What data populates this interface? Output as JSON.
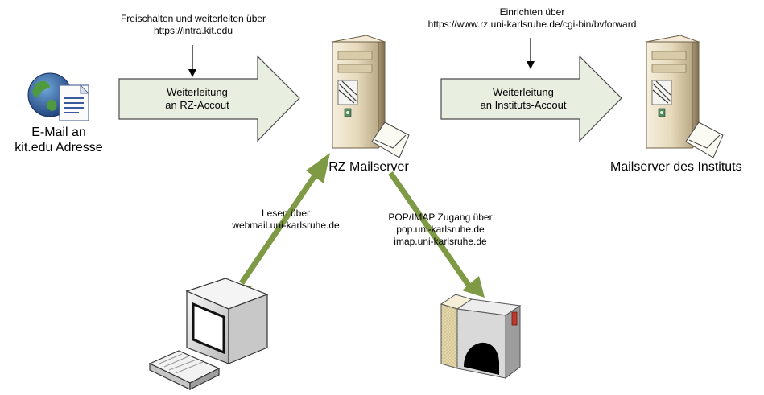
{
  "colors": {
    "big_arrow_fill": "#e9efe0",
    "big_arrow_stroke": "#4a4a4a",
    "green_arrow": "#7e9a45",
    "server_beige": "#ece1c8",
    "background": "#ffffff"
  },
  "icons": {
    "email_document": "globe-with-document-icon",
    "rz_server": "server-tower-icon",
    "institute_server": "server-tower-icon",
    "envelope": "envelope-icon",
    "workstation": "computer-terminal-icon",
    "keyboard": "keyboard-icon",
    "mailbox": "mailbox-icon"
  },
  "email_source": {
    "line1": "E-Mail an",
    "line2": "kit.edu Adresse"
  },
  "top_note_1": {
    "line1": "Freischalten und weiterleiten über",
    "line2": "https://intra.kit.edu"
  },
  "arrow_1": {
    "line1": "Weiterleitung",
    "line2": "an RZ-Accout"
  },
  "rz_server": {
    "label": "RZ Mailserver"
  },
  "top_note_2": {
    "line1": "Einrichten über",
    "line2": "https://www.rz.uni-karlsruhe.de/cgi-bin/bvforward"
  },
  "arrow_2": {
    "line1": "Weiterleitung",
    "line2": "an Instituts-Accout"
  },
  "institute_server": {
    "label": "Mailserver des Instituts"
  },
  "webmail": {
    "line1": "Lesen über",
    "line2": "webmail.uni-karlsruhe.de"
  },
  "popimap": {
    "line1": "POP/IMAP Zugang über",
    "line2": "pop.uni-karlsruhe.de",
    "line3": "imap.uni-karlsruhe.de"
  }
}
